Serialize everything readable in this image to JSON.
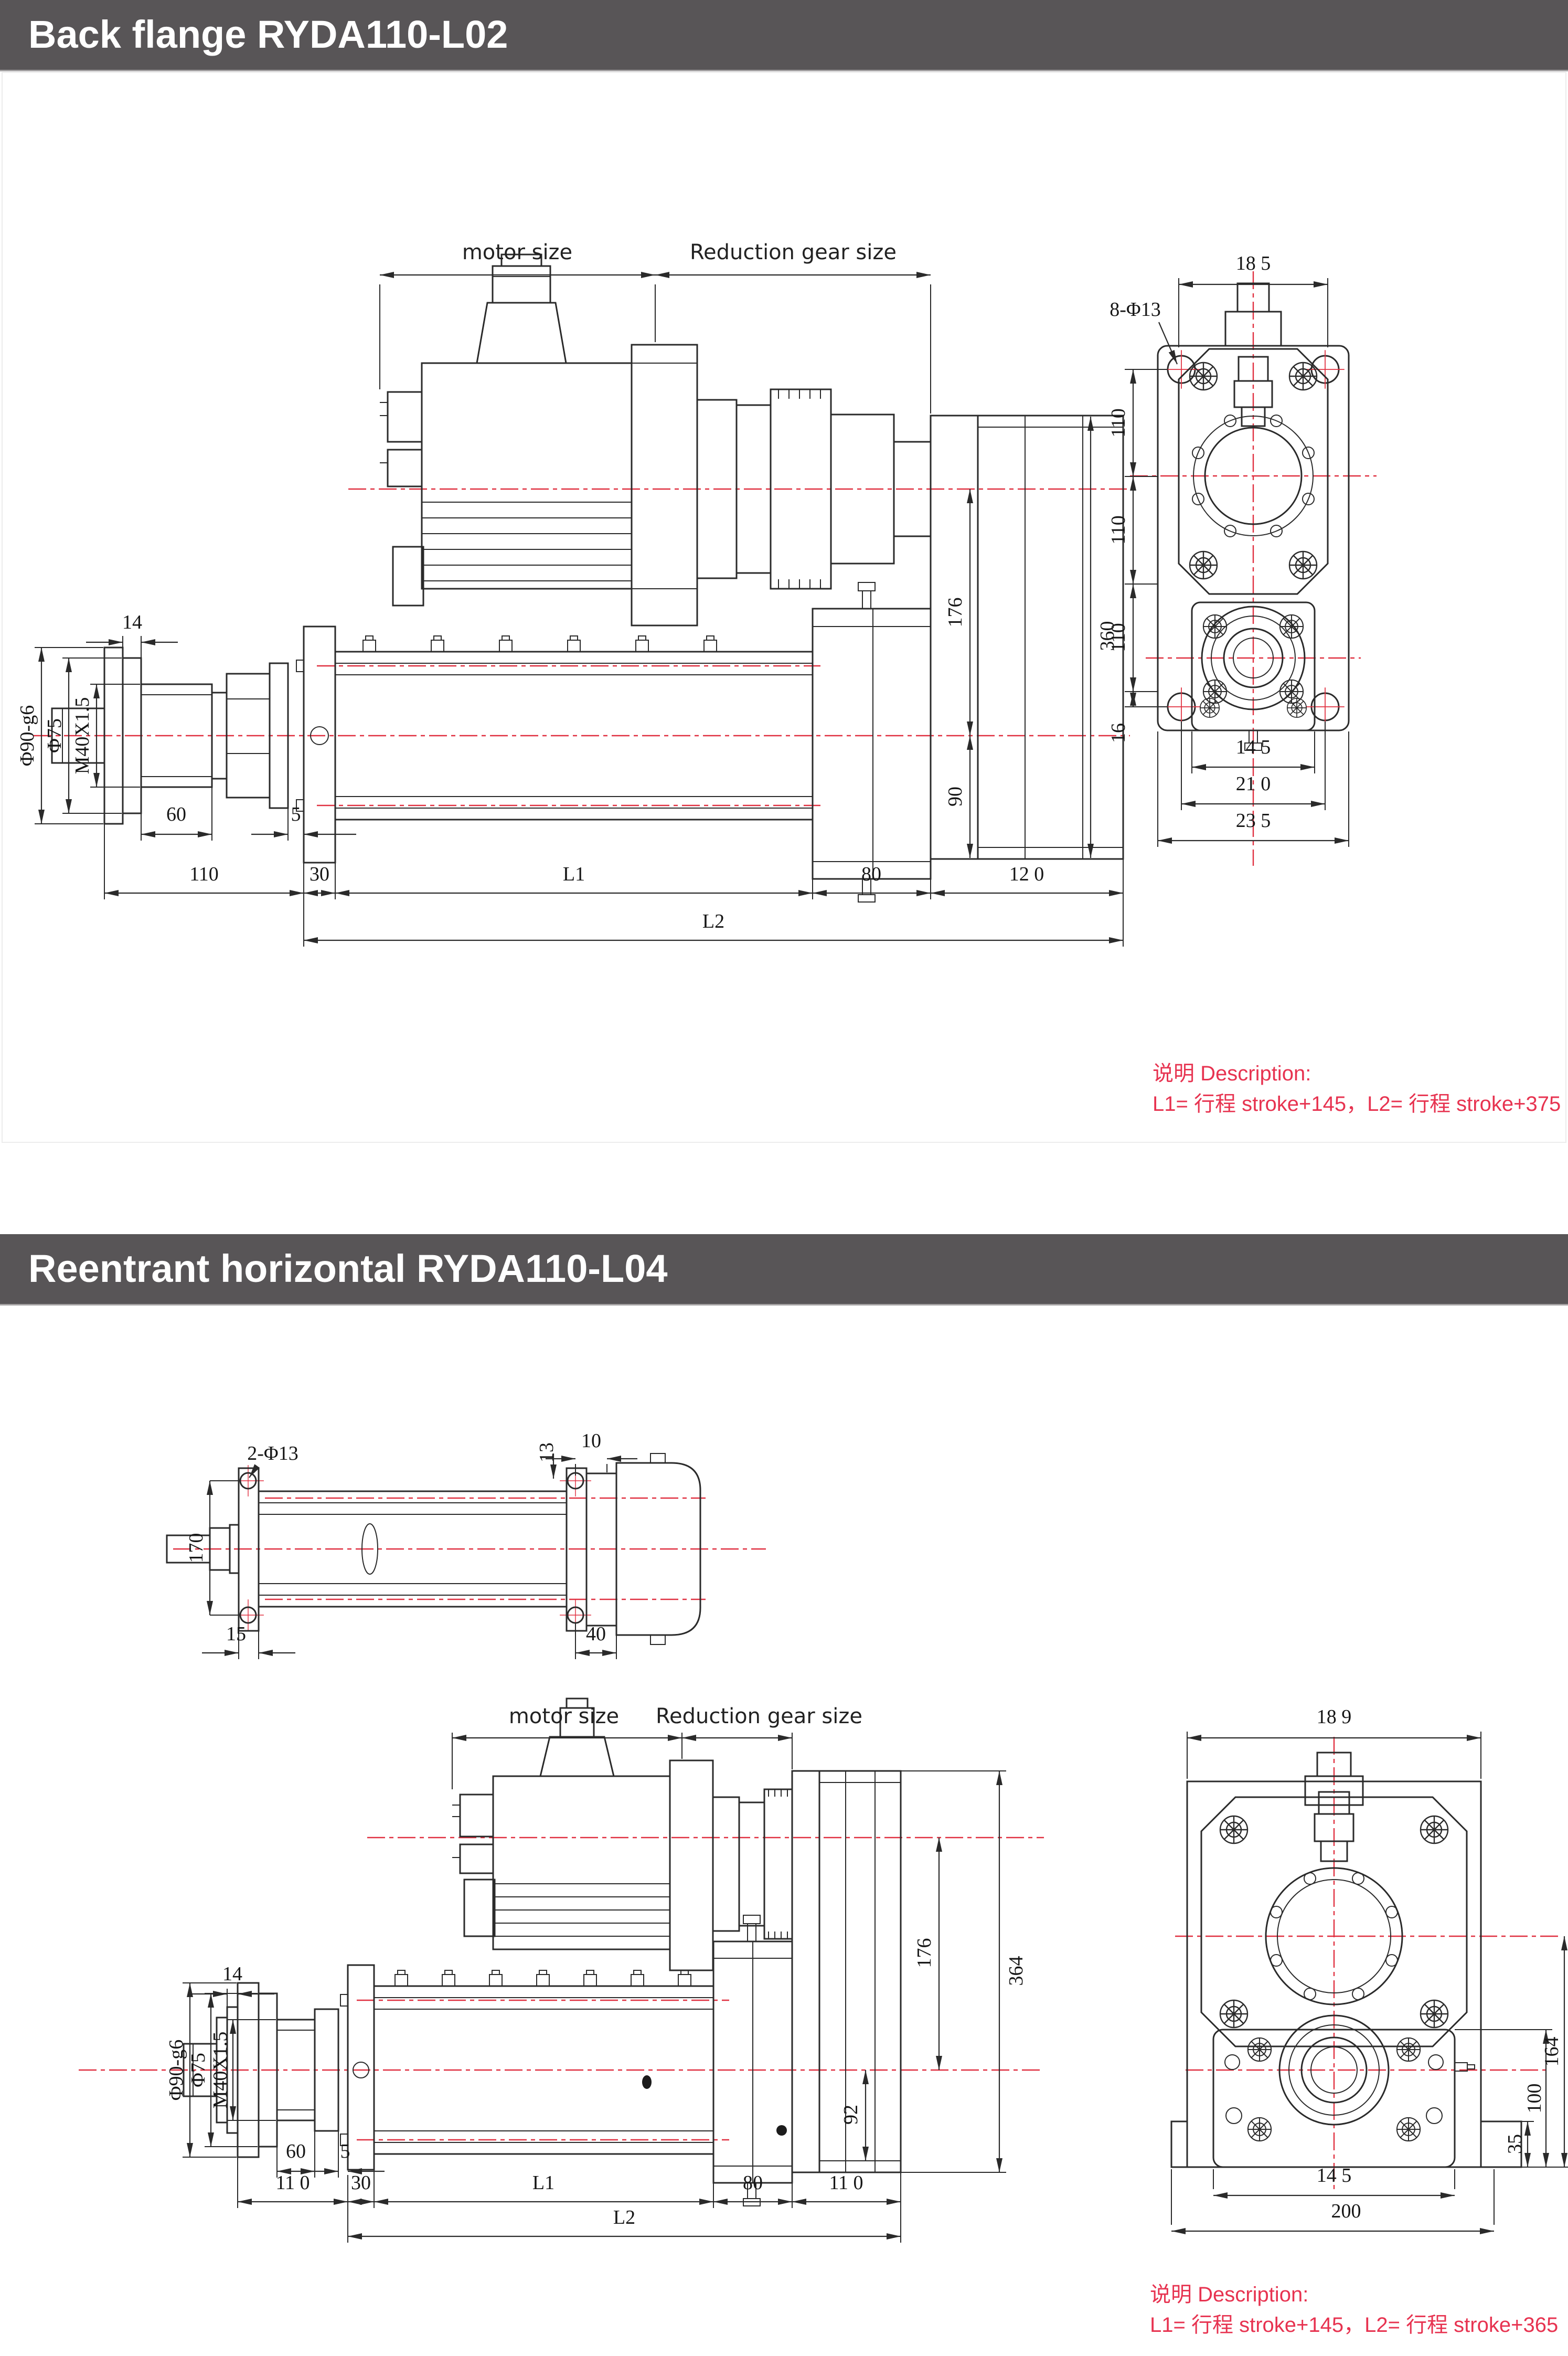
{
  "colors": {
    "header_bg": "#585557",
    "header_text": "#ffffff",
    "description_red": "#e73350",
    "centerline_red": "#e03040"
  },
  "s1": {
    "title": "Back flange RYDA110-L02",
    "side": {
      "motor_size": "motor size",
      "gear_size": "Reduction gear size",
      "phi90": "Φ90-g6",
      "phi75": "Φ75",
      "thread": "M40X1.5",
      "d14": "14",
      "d60": "60",
      "d5": "5",
      "d110": "110",
      "d30": "30",
      "l1": "L1",
      "d80": "80",
      "d120": "12 0",
      "l2": "L2",
      "d176": "176",
      "d90": "90",
      "d360": "360"
    },
    "front": {
      "d185": "18 5",
      "holes": "8-Φ13",
      "d110a": "110",
      "d110b": "110",
      "d110c": "110",
      "d16": "16",
      "d145": "14 5",
      "d210": "21 0",
      "d235": "23 5"
    },
    "desc_label": "说明 Description:",
    "desc_text": "L1= 行程 stroke+145，L2= 行程 stroke+375"
  },
  "s2": {
    "title": "Reentrant horizontal RYDA110-L04",
    "top": {
      "holes": "2-Φ13",
      "d13": "13",
      "d10": "10",
      "d170": "170",
      "d15": "15",
      "d40": "40"
    },
    "side": {
      "motor_size": "motor size",
      "gear_size": "Reduction gear size",
      "phi90": "Φ90-g6",
      "phi75": "Φ75",
      "thread": "M40X1.5",
      "d14": "14",
      "d60": "60",
      "d5": "5",
      "d110l": "11 0",
      "d30": "30",
      "l1": "L1",
      "d80": "80",
      "d110r": "11 0",
      "l2": "L2",
      "d176": "176",
      "d364": "364",
      "d92": "92"
    },
    "front": {
      "d189": "18 9",
      "d164": "164",
      "d100": "100",
      "d35": "35",
      "d145": "14 5",
      "d200": "200"
    },
    "desc_label": "说明 Description:",
    "desc_text": "L1= 行程 stroke+145，L2= 行程 stroke+365"
  }
}
